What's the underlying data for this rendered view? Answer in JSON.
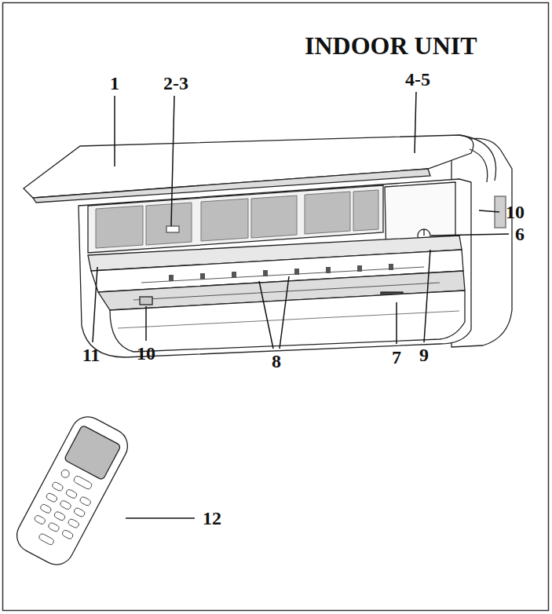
{
  "diagram": {
    "title": "INDOOR UNIT",
    "labels": [
      "1",
      "2-3",
      "4-5",
      "10",
      "6",
      "11",
      "10",
      "8",
      "7",
      "9",
      "12"
    ]
  }
}
